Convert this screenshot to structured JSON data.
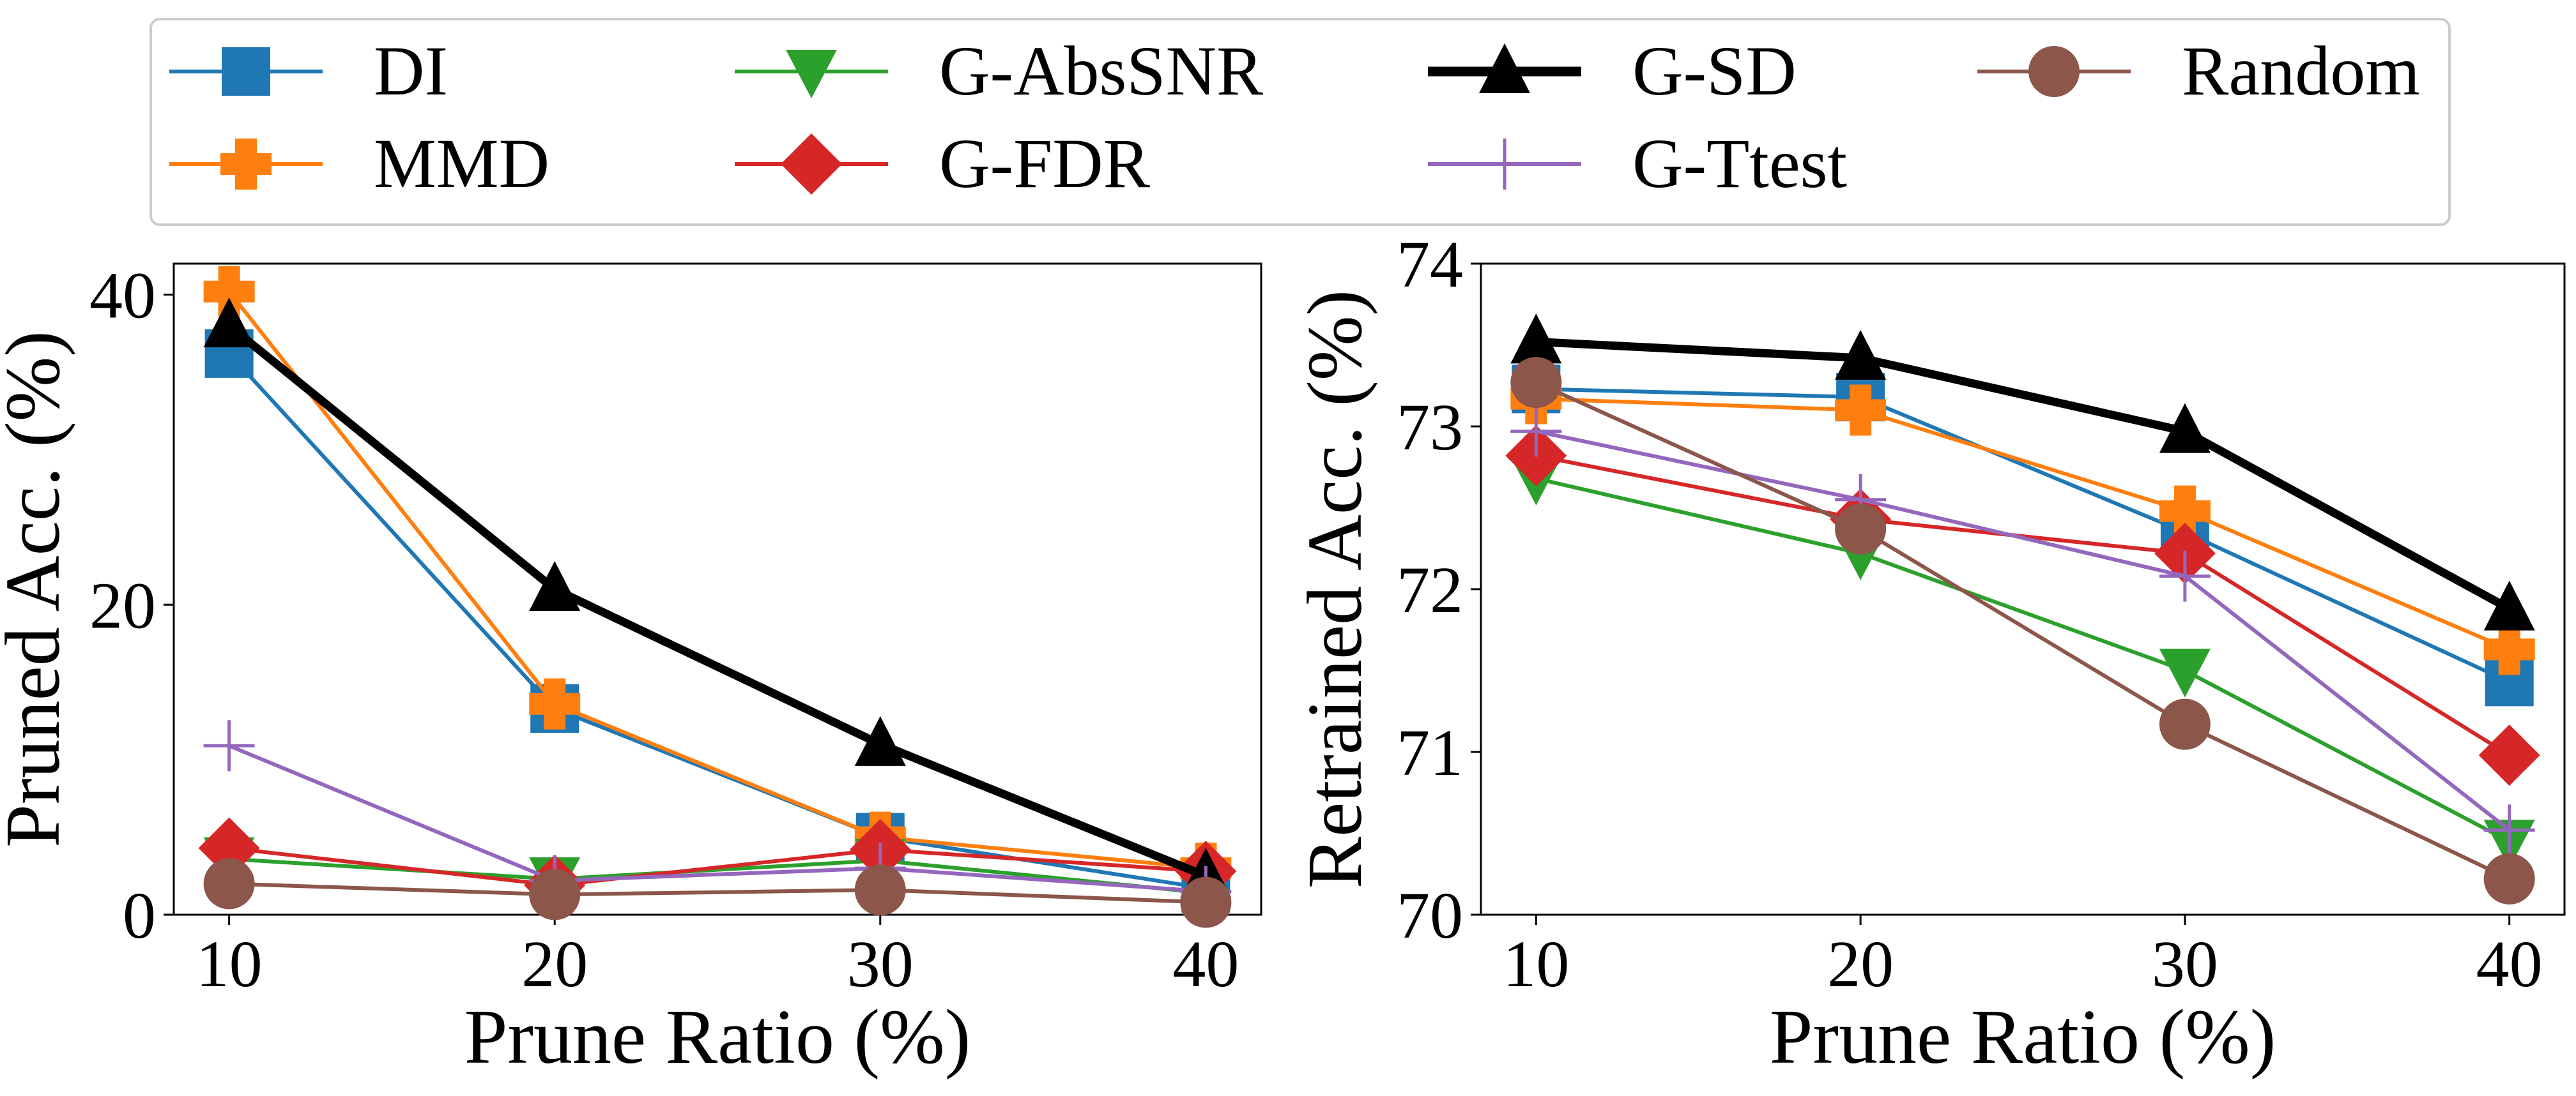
{
  "legend": {
    "entries": [
      {
        "name": "DI",
        "color": "#1f77b4",
        "marker": "square"
      },
      {
        "name": "MMD",
        "color": "#ff7f0e",
        "marker": "plus"
      },
      {
        "name": "G-AbsSNR",
        "color": "#2ca02c",
        "marker": "triangle-down"
      },
      {
        "name": "G-FDR",
        "color": "#d62728",
        "marker": "diamond"
      },
      {
        "name": "G-SD",
        "color": "#000000",
        "marker": "triangle-up"
      },
      {
        "name": "G-Ttest",
        "color": "#9467bd",
        "marker": "thin-plus"
      },
      {
        "name": "Random",
        "color": "#8c564b",
        "marker": "circle"
      }
    ]
  },
  "chart_data": [
    {
      "type": "line",
      "xlabel": "Prune Ratio (%)",
      "ylabel": "Pruned Acc. (%)",
      "x": [
        10,
        20,
        30,
        40
      ],
      "xticks": [
        "10",
        "20",
        "30",
        "40"
      ],
      "yticks": [
        "0",
        "20",
        "40"
      ],
      "xlim": [
        8.3,
        41.7
      ],
      "ylim": [
        0,
        42
      ],
      "series": [
        {
          "name": "DI",
          "values": [
            36.2,
            13.3,
            5.0,
            1.7
          ]
        },
        {
          "name": "MMD",
          "values": [
            40.2,
            13.6,
            5.0,
            3.0
          ]
        },
        {
          "name": "G-AbsSNR",
          "values": [
            3.6,
            2.3,
            3.5,
            1.4
          ]
        },
        {
          "name": "G-FDR",
          "values": [
            4.3,
            1.9,
            4.2,
            2.8
          ]
        },
        {
          "name": "G-SD",
          "values": [
            38.0,
            21.0,
            11.0,
            2.5
          ]
        },
        {
          "name": "G-Ttest",
          "values": [
            10.9,
            2.2,
            3.0,
            1.5
          ]
        },
        {
          "name": "Random",
          "values": [
            2.0,
            1.3,
            1.6,
            0.8
          ]
        }
      ]
    },
    {
      "type": "line",
      "xlabel": "Prune Ratio (%)",
      "ylabel": "Retrained Acc. (%)",
      "x": [
        10,
        20,
        30,
        40
      ],
      "xticks": [
        "10",
        "20",
        "30",
        "40"
      ],
      "yticks": [
        "70",
        "71",
        "72",
        "73",
        "74"
      ],
      "xlim": [
        8.3,
        41.7
      ],
      "ylim": [
        70,
        74
      ],
      "series": [
        {
          "name": "DI",
          "values": [
            73.23,
            73.18,
            72.35,
            71.43
          ]
        },
        {
          "name": "MMD",
          "values": [
            73.17,
            73.1,
            72.48,
            71.63
          ]
        },
        {
          "name": "G-AbsSNR",
          "values": [
            72.68,
            72.22,
            71.5,
            70.45
          ]
        },
        {
          "name": "G-FDR",
          "values": [
            72.82,
            72.43,
            72.22,
            70.98
          ]
        },
        {
          "name": "G-SD",
          "values": [
            73.52,
            73.42,
            72.97,
            71.88
          ]
        },
        {
          "name": "G-Ttest",
          "values": [
            72.97,
            72.55,
            72.08,
            70.52
          ]
        },
        {
          "name": "Random",
          "values": [
            73.27,
            72.37,
            71.17,
            70.22
          ]
        }
      ]
    }
  ]
}
